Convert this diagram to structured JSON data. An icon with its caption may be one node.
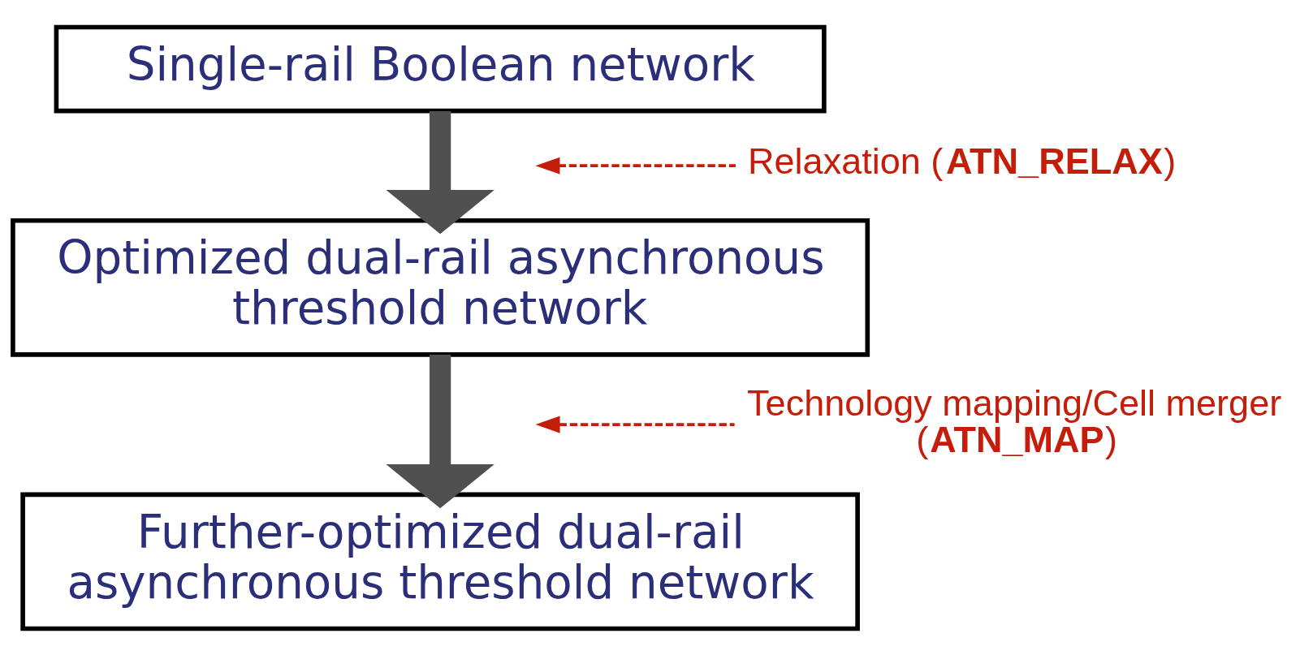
{
  "diagram": {
    "nodes": [
      {
        "text": [
          "Single-rail Boolean network"
        ]
      },
      {
        "text": [
          "Optimized dual-rail asynchronous threshold network"
        ]
      },
      {
        "text": [
          "Further-optimized dual-rail asynchronous threshold network"
        ]
      },
      {
        "text": [
          "Relaxation (**ATN_RELAX**)"
        ]
      },
      {
        "text": [
          "Technology mapping/Cell merger (**ATN_MAP**)"
        ]
      }
    ],
    "edges": [
      {
        "from": 0,
        "to": 1,
        "arrow": "to",
        "style": "thick"
      },
      {
        "from": 1,
        "to": 2,
        "arrow": "to",
        "style": "thick"
      },
      {
        "from": 3,
        "to": null,
        "arrow": "to",
        "style": "dashed",
        "color": "#c41e0a"
      },
      {
        "from": 4,
        "to": null,
        "arrow": "to",
        "style": "dashed",
        "color": "#c41e0a"
      }
    ]
  }
}
